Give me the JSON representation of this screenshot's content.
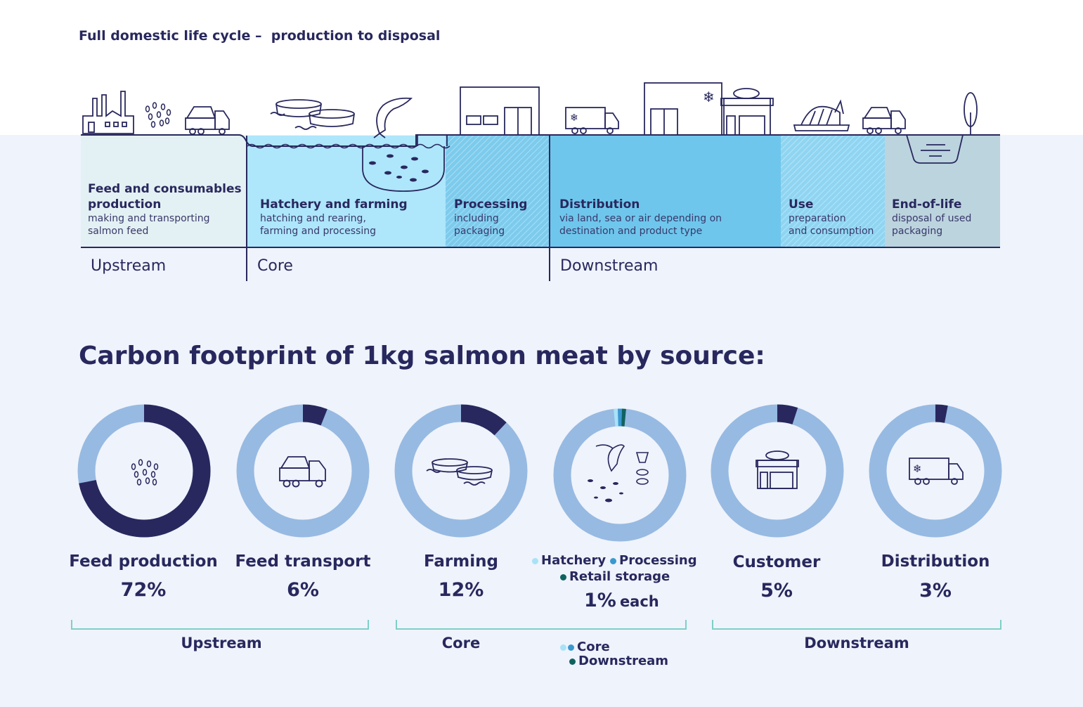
{
  "lifecycle": {
    "title": "Full domestic life cycle –  production to disposal",
    "stages": [
      {
        "title": "Feed and consumables production",
        "desc": "making and transporting\nsalmon feed"
      },
      {
        "title": "Hatchery and farming",
        "desc": "hatching and rearing,\nfarming and processing"
      },
      {
        "title": "Processing",
        "desc": "including\npackaging"
      },
      {
        "title": "Distribution",
        "desc": "via land, sea or air depending on\ndestination and product type"
      },
      {
        "title": "Use",
        "desc": "preparation\nand consumption"
      },
      {
        "title": "End-of-life",
        "desc": "disposal of used\npackaging"
      }
    ],
    "groups": [
      "Upstream",
      "Core",
      "Downstream"
    ]
  },
  "section_title": "Carbon footprint of 1kg salmon meat by source:",
  "colors": {
    "dark": "#28285e",
    "ring": "#97bae2",
    "hatchery": "#a8e2f8",
    "processing": "#3a98d0",
    "retail": "#0f6260",
    "bracket": "#7fcfc8",
    "stage_feed": "#e4f1f4",
    "stage_farming": "#aee6fb",
    "stage_processing": "#7ccbed",
    "stage_distribution": "#6fc6ec",
    "stage_use": "#8fd5f2",
    "stage_eol": "#bcd4de"
  },
  "chart_data": {
    "type": "pie",
    "title": "Carbon footprint of 1kg salmon meat by source:",
    "donuts": [
      {
        "label": "Feed production",
        "value": 72,
        "value_label": "72%",
        "icon": "feed-pellets-icon"
      },
      {
        "label": "Feed transport",
        "value": 6,
        "value_label": "6%",
        "icon": "truck-icon"
      },
      {
        "label": "Farming",
        "value": 12,
        "value_label": "12%",
        "icon": "fish-pens-icon"
      },
      {
        "label": "Hatchery / Processing / Retail storage",
        "value_label": "1% each",
        "series": [
          {
            "name": "Hatchery",
            "value": 1
          },
          {
            "name": "Processing",
            "value": 1
          },
          {
            "name": "Retail storage",
            "value": 1
          }
        ],
        "icon": "fish-processing-icon"
      },
      {
        "label": "Customer",
        "value": 5,
        "value_label": "5%",
        "icon": "shop-icon"
      },
      {
        "label": "Distribution",
        "value": 3,
        "value_label": "3%",
        "icon": "refrigerated-truck-icon"
      }
    ],
    "legend": {
      "hatchery": "Hatchery",
      "processing": "Processing",
      "retail": "Retail storage",
      "pct_main": "1%",
      "pct_suffix": "each",
      "core": "Core",
      "downstream": "Downstream"
    },
    "brackets": [
      "Upstream",
      "Core",
      "Downstream"
    ]
  }
}
